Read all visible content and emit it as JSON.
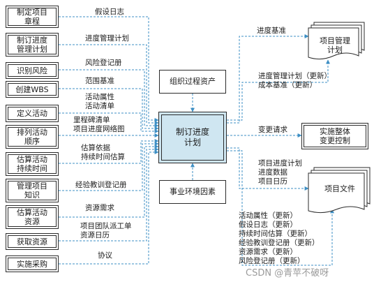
{
  "inputs": [
    {
      "process": "制定项目\n章程",
      "label": "假设日志"
    },
    {
      "process": "制订进度\n管理计划",
      "label": "进度管理计划"
    },
    {
      "process": "识别风险",
      "label": "风险登记册"
    },
    {
      "process": "创建WBS",
      "label": "范围基准"
    },
    {
      "process": "定义活动",
      "label": "活动属性\n活动清单"
    },
    {
      "process": "排列活动\n顺序",
      "label": "里程碑清单\n项目进度网络图"
    },
    {
      "process": "估算活动\n持续时间",
      "label": "估算依据\n持续时间估算"
    },
    {
      "process": "管理项目\n知识",
      "label": "经验教训登记册"
    },
    {
      "process": "估算活动\n资源",
      "label": "资源需求"
    },
    {
      "process": "获取资源",
      "label": "项目团队派工单\n资源日历"
    },
    {
      "process": "实施采购",
      "label": "协议"
    }
  ],
  "center": {
    "label": "制订进度\n计划"
  },
  "top_box": {
    "label": "组织过程资产"
  },
  "bottom_box": {
    "label": "事业环境因素"
  },
  "outputs": {
    "plan_doc": {
      "label": "项目管理\n计划",
      "arrow_label": "进度基准",
      "update_label": "进度管理计划（更新）\n成本基准（更新）"
    },
    "change": {
      "label": "实施整体\n变更控制",
      "arrow_label": "变更请求"
    },
    "project_doc": {
      "label": "项目文件",
      "arrow_label": "项目进度计划\n进度数据\n项目日历",
      "update_label": "活动属性（更新）\n假设日志（更新）\n持续时间估算（更新）\n经验教训登记册（更新）\n资源需求（更新）\n风险登记册（更新）"
    }
  },
  "watermark": "CSDN @青苹不破呀",
  "colors": {
    "arrow": "#3d8fc4",
    "center_fill": "#cfe6f1",
    "border": "#2b2b2b"
  }
}
